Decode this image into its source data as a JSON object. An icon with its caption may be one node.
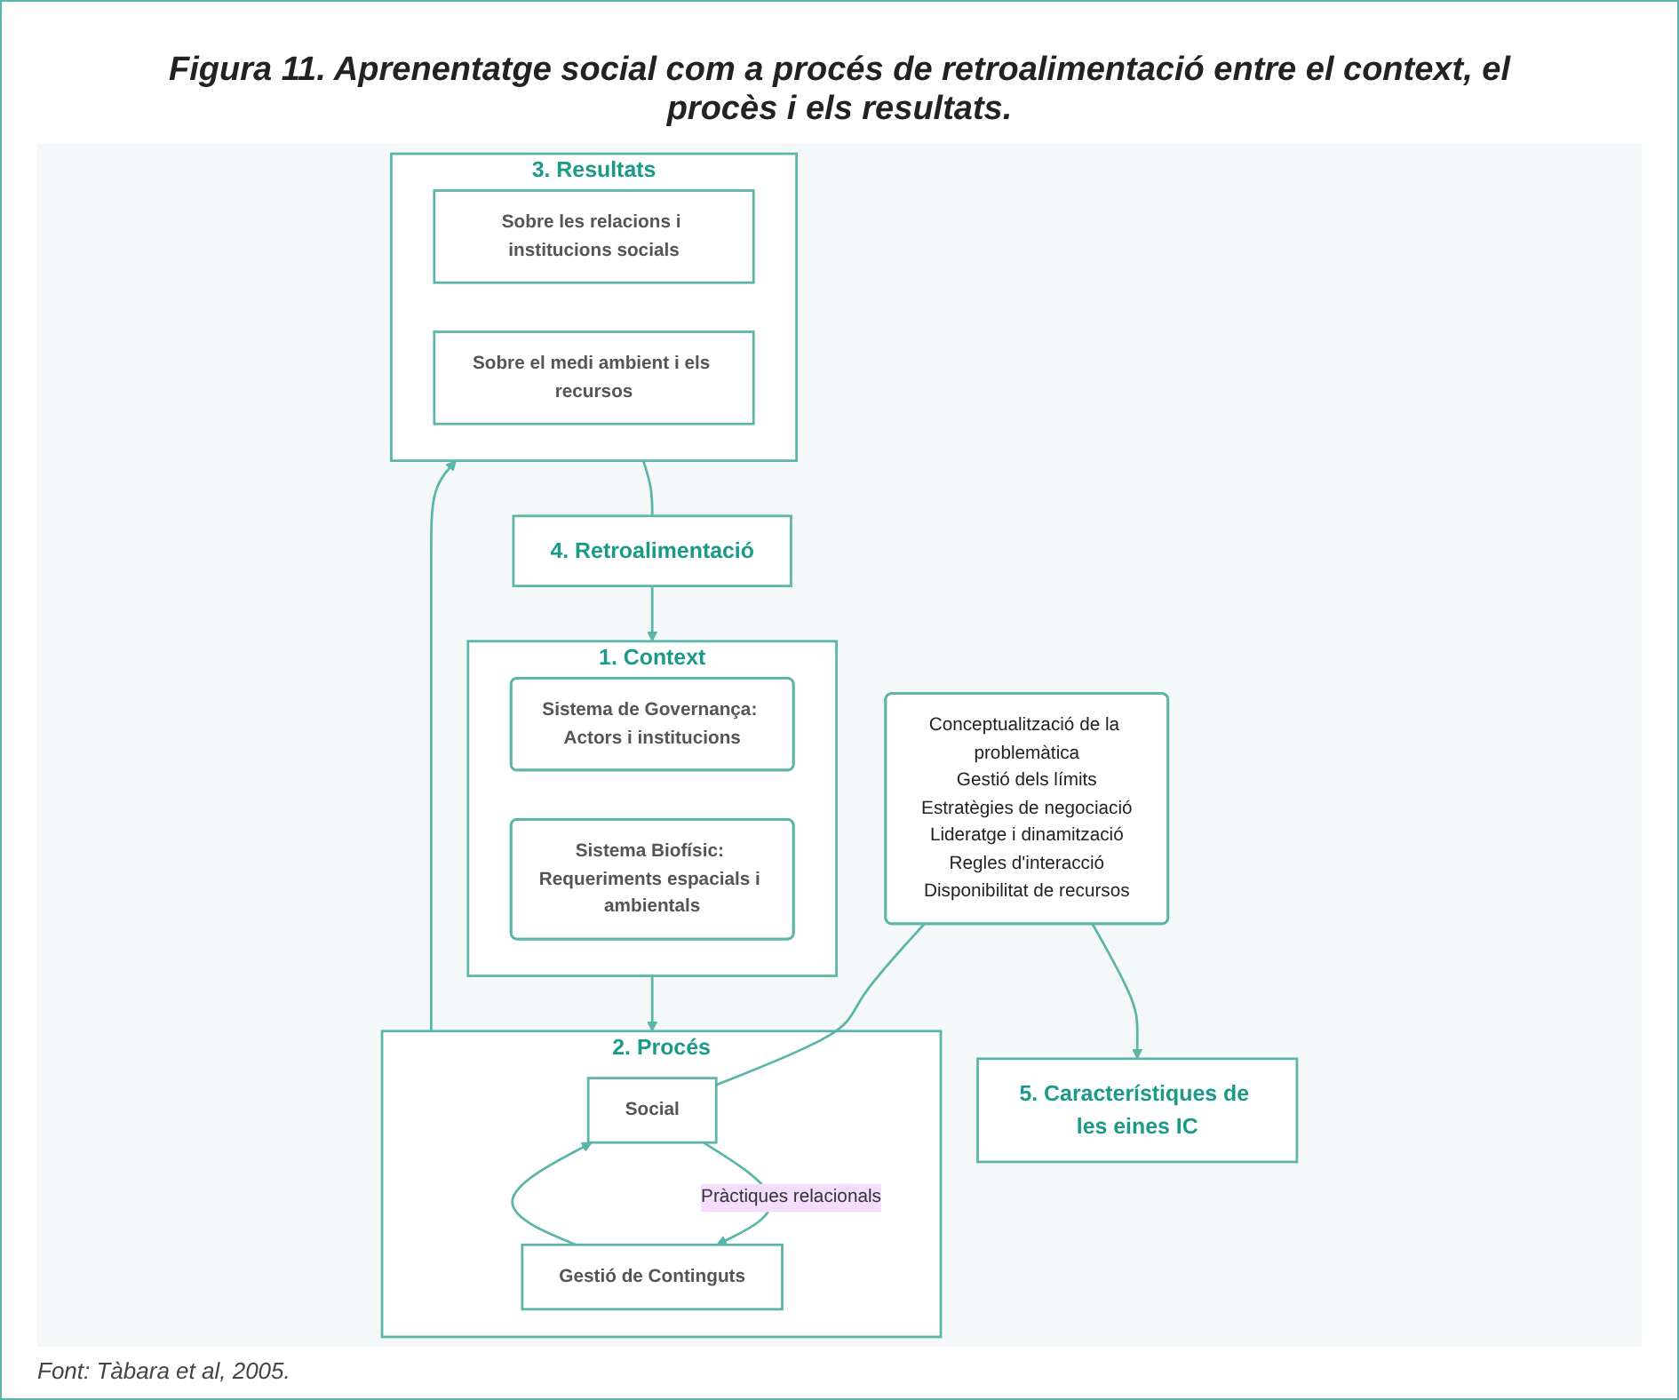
{
  "diagram": {
    "title": "Figura 11. Aprenentatge social com a procés de retroalimentació entre el context, el procès i els resultats.",
    "caption": "Font: Tàbara et al, 2005.",
    "nodes": [
      {
        "text": [
          "1. Context"
        ]
      },
      {
        "text": [
          "Sistema de Governança: Actors i institucions"
        ],
        "in": 0
      },
      {
        "text": [
          "Sistema Biofísic: Requeriments espacials i ambientals"
        ],
        "in": 0
      },
      {
        "text": [
          "2. Procés"
        ]
      },
      {
        "text": [
          "Social"
        ],
        "in": 3
      },
      {
        "text": [
          "Gestió de Continguts"
        ],
        "in": 3
      },
      {
        "text": [
          "3. Resultats"
        ]
      },
      {
        "text": [
          "Sobre les relacions i institucions socials"
        ],
        "in": 6
      },
      {
        "text": [
          "Sobre el medi ambient i els recursos"
        ],
        "in": 6
      },
      {
        "text": [
          "4. Retroalimentació"
        ]
      },
      {
        "text": [
          "Conceptualització de la problemàtica",
          "Gestió dels límits",
          "Estratègies de negociació",
          "Lideratge i dinamització",
          "Regles d'interacció",
          "Disponibilitat de recursos"
        ]
      },
      {
        "text": [
          "5. Característiques de les eines IC"
        ]
      }
    ],
    "edges": [
      {
        "from": 0,
        "to": 3,
        "arrow": "to"
      },
      {
        "from": 3,
        "to": 6,
        "arrow": "to"
      },
      {
        "from": 4,
        "to": 5,
        "arrow": "to",
        "label": "Pràctiques relacionals"
      },
      {
        "from": 5,
        "to": 4,
        "arrow": "to"
      },
      {
        "from": 6,
        "to": 9,
        "arrow": "none"
      },
      {
        "from": 9,
        "to": 0,
        "arrow": "to"
      },
      {
        "from": 10,
        "to": 4,
        "arrow": "none"
      },
      {
        "from": 10,
        "to": 11,
        "arrow": "to"
      }
    ]
  }
}
